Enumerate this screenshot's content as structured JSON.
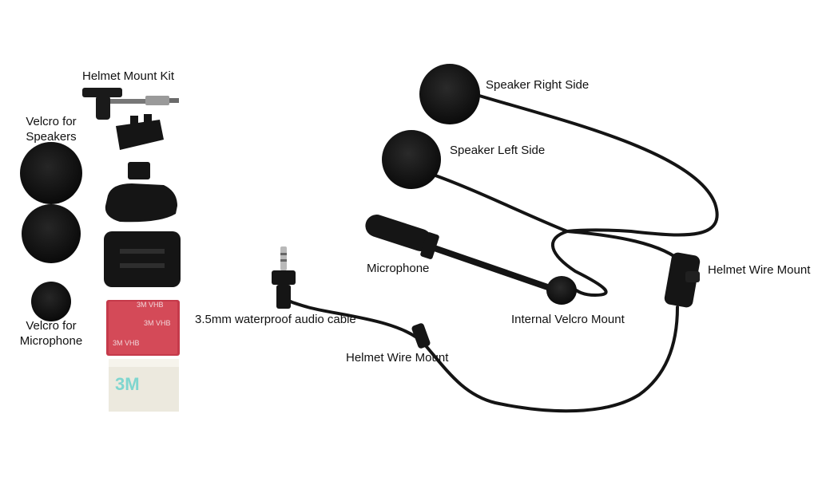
{
  "labels": {
    "helmet_mount_kit": "Helmet Mount Kit",
    "velcro_speakers_1": "Velcro for",
    "velcro_speakers_2": "Speakers",
    "velcro_microphone_1": "Velcro for",
    "velcro_microphone_2": "Microphone",
    "speaker_right": "Speaker Right Side",
    "speaker_left": "Speaker Left Side",
    "microphone": "Microphone",
    "helmet_wire_mount_right": "Helmet Wire Mount",
    "internal_velcro_mount": "Internal Velcro Mount",
    "audio_cable": "3.5mm waterproof audio cable",
    "helmet_wire_mount_bottom": "Helmet Wire Mount"
  },
  "tape_marks": {
    "red_tape": "3M VHB",
    "white_tape": "3M"
  },
  "colors": {
    "background": "#ffffff",
    "product_black": "#141414",
    "red_tape": "#c53a4a",
    "white_tape_logo": "#7fd6cf"
  }
}
